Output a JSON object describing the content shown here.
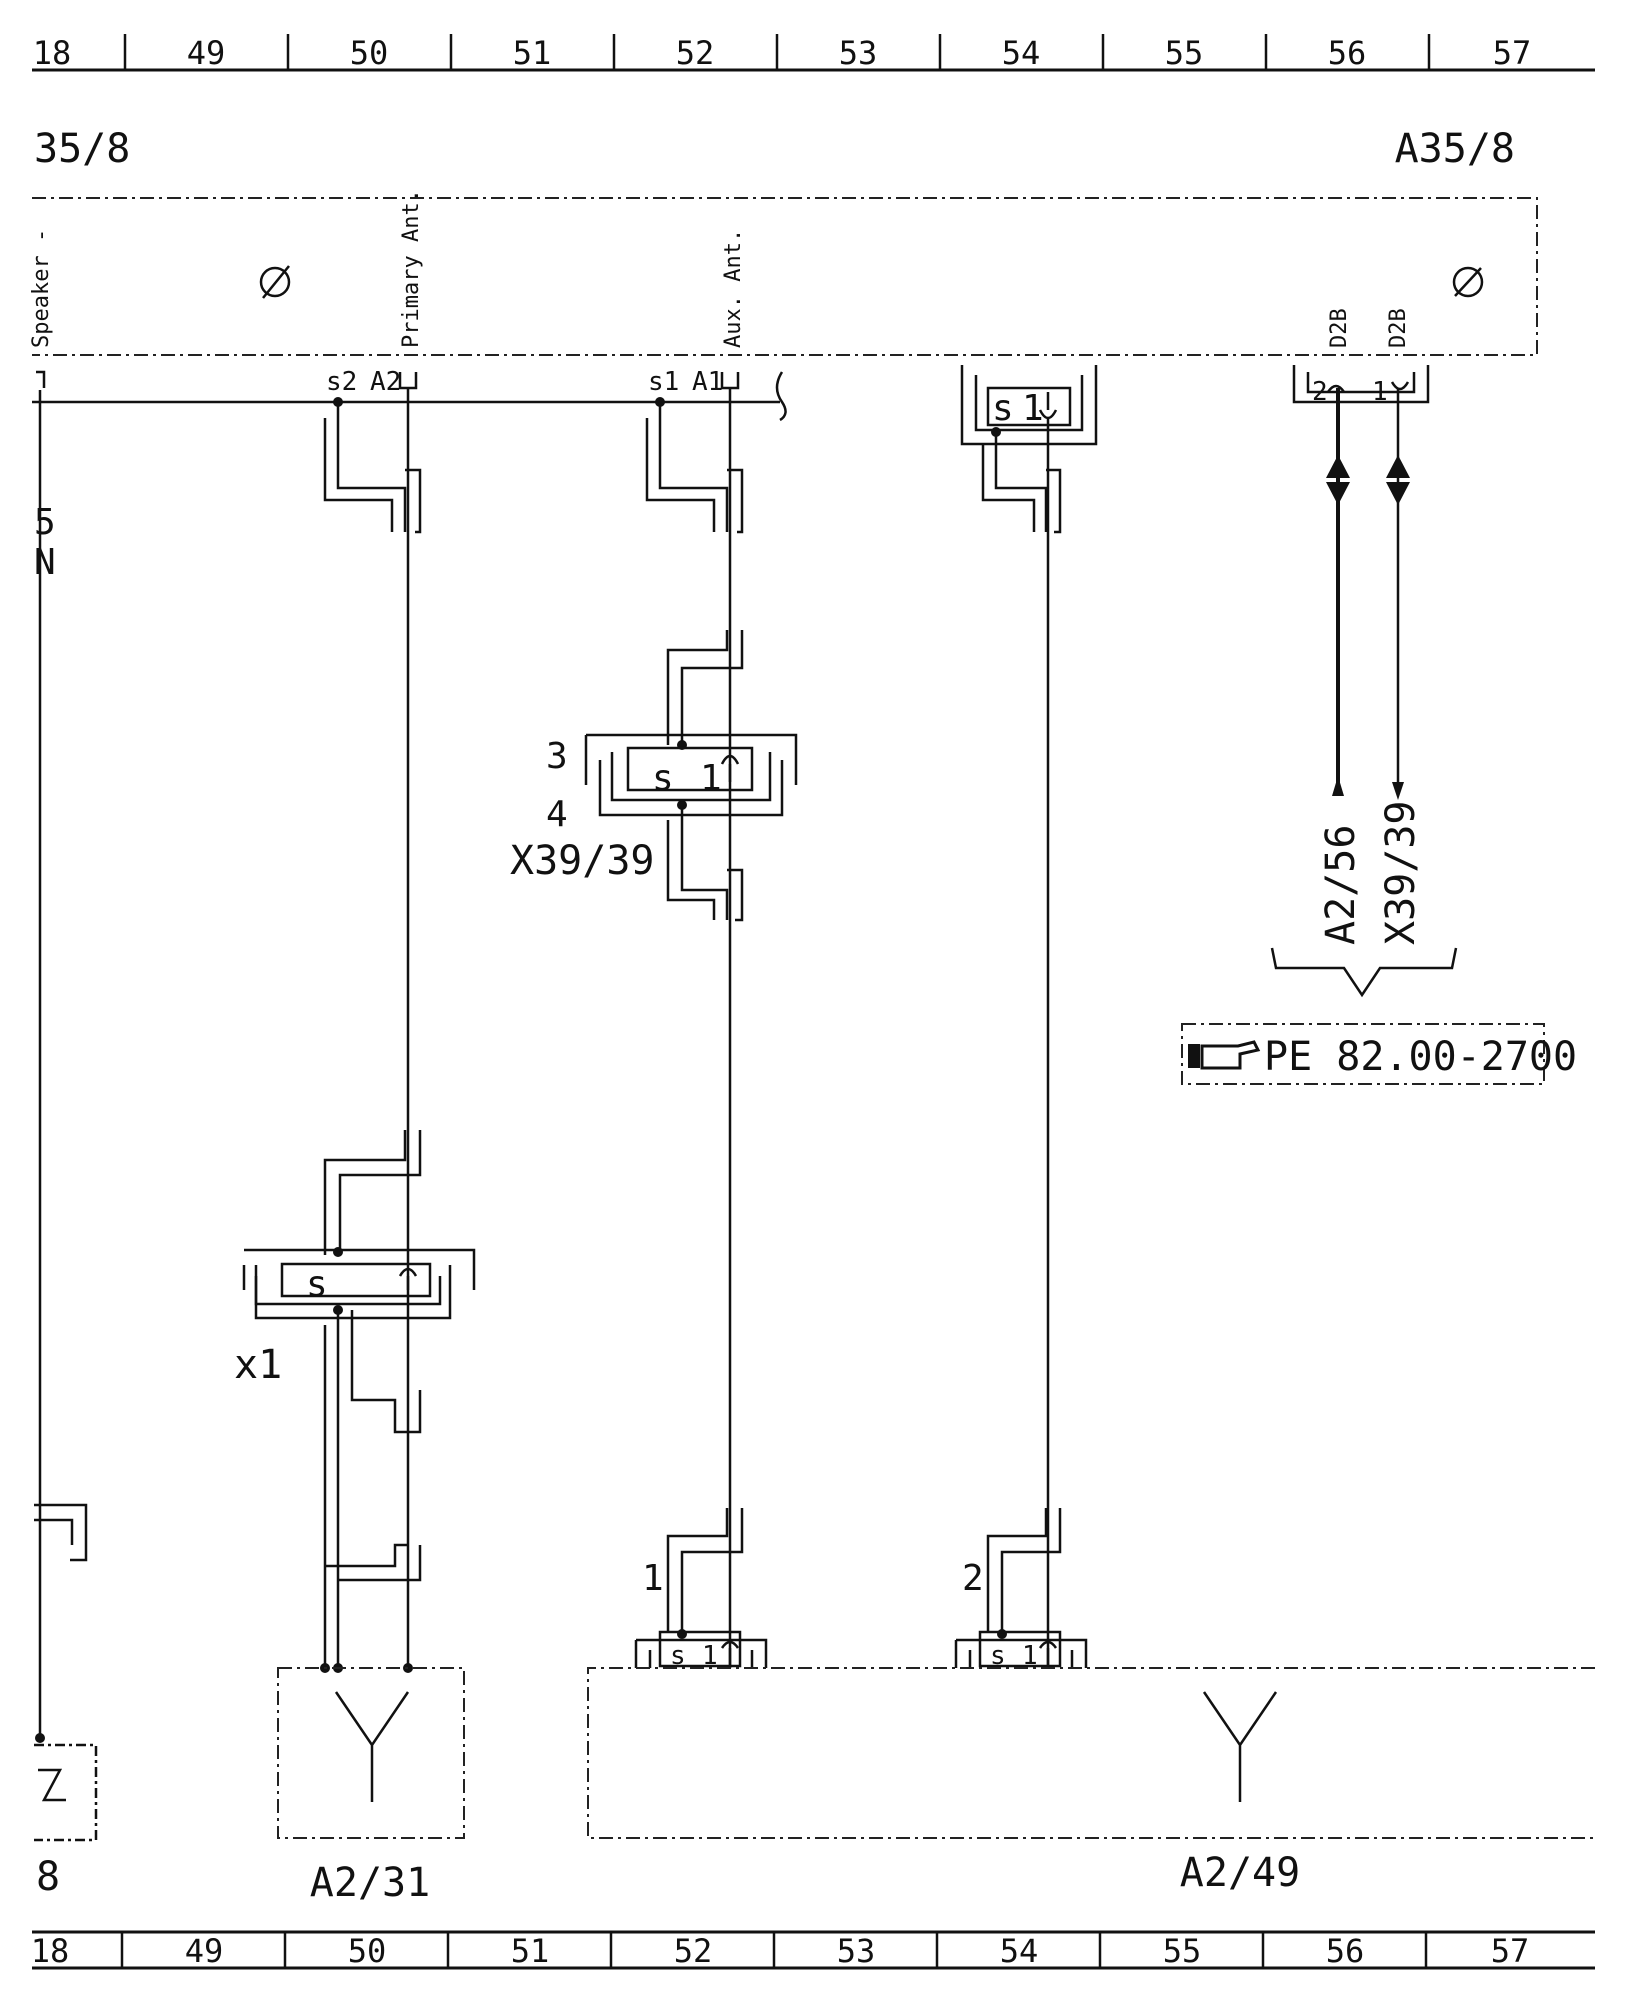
{
  "rulers": {
    "top": [
      "18",
      "49",
      "50",
      "51",
      "52",
      "53",
      "54",
      "55",
      "56",
      "57"
    ],
    "bottom": [
      "18",
      "49",
      "50",
      "51",
      "52",
      "53",
      "54",
      "55",
      "56",
      "57"
    ]
  },
  "header": {
    "left_id": "35/8",
    "right_id": "A35/8"
  },
  "module_a35_8": {
    "pins": {
      "speaker": "Speaker -",
      "primary_ant": "Primary Ant.",
      "aux_ant": "Aux. Ant.",
      "d2b_left": "D2B",
      "d2b_right": "D2B"
    },
    "pin_codes": {
      "s2": "s2",
      "a2": "A2",
      "s1": "s1",
      "a1": "A1"
    }
  },
  "connectors": {
    "c54": {
      "s": "s",
      "one": "1"
    },
    "c56": {
      "two": "2",
      "one": "1"
    },
    "x39": {
      "id": "X39/39",
      "pin_top": "3",
      "pin_bottom": "4",
      "s": "s",
      "one": "1"
    },
    "x1": {
      "id": "x1",
      "s": "s"
    },
    "bottom_1": {
      "num": "1",
      "s": "s",
      "one": "1"
    },
    "bottom_2": {
      "num": "2",
      "s": "s",
      "one": "1"
    }
  },
  "left_edge": {
    "wire_code_a": "5",
    "wire_code_b": "N",
    "bottom_label": "8"
  },
  "arrows": {
    "left_target": "A2/56",
    "right_target": "X39/39"
  },
  "reference": {
    "text": "PE 82.00-2700"
  },
  "components": {
    "a2_31": "A2/31",
    "a2_49": "A2/49"
  }
}
